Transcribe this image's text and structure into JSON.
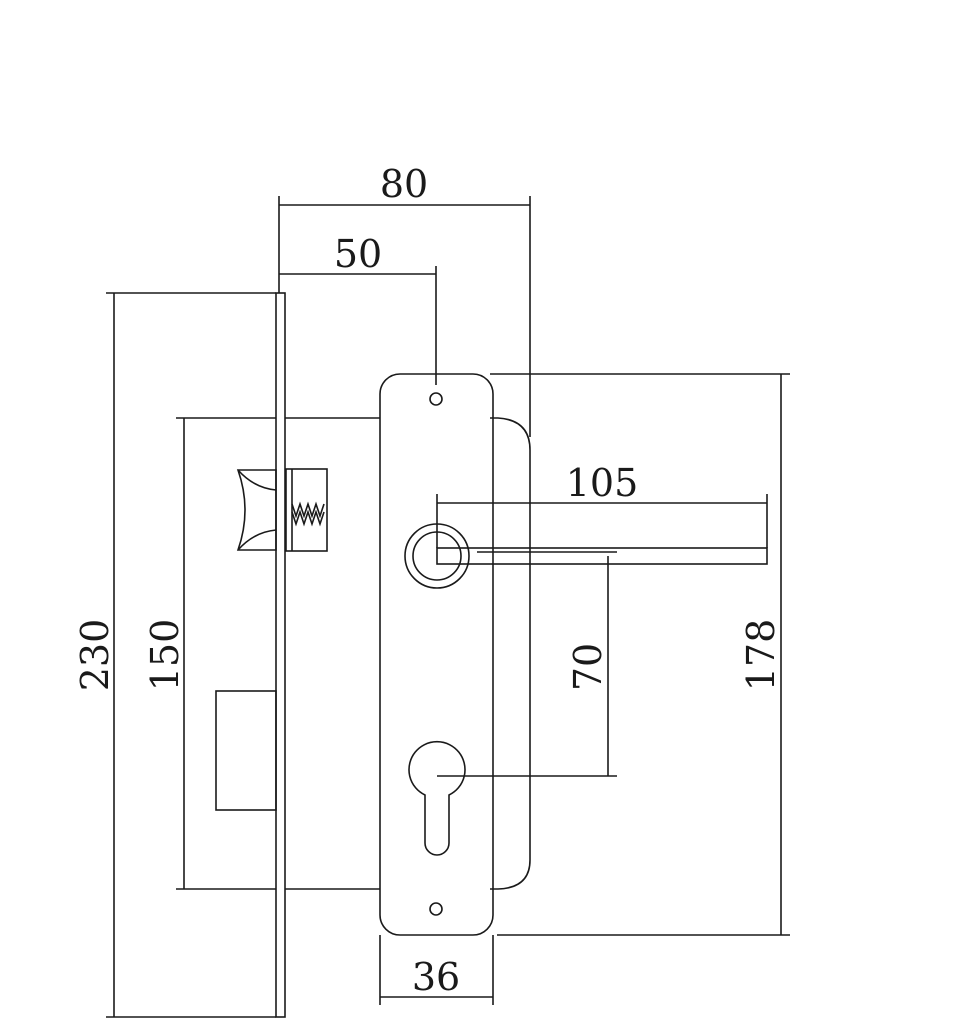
{
  "dimensions": {
    "faceplate_height": "230",
    "case_height": "150",
    "backset_outer": "80",
    "backset": "50",
    "handle_length": "105",
    "center_distance": "70",
    "escutcheon_height": "178",
    "escutcheon_width": "36"
  },
  "colors": {
    "line": "#1a1a1a",
    "background": "#ffffff"
  }
}
